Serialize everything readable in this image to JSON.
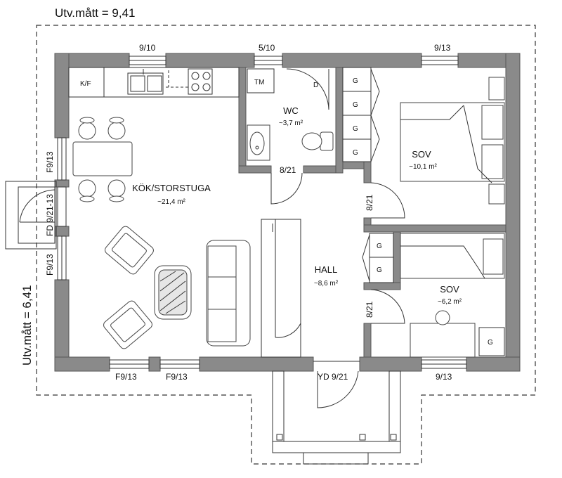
{
  "dimensions": {
    "width_label": "Utv.mått = 9,41",
    "depth_label": "Utv.mått = 6,41"
  },
  "rooms": {
    "kitchen": {
      "name": "KÖK/STORSTUGA",
      "area": "~21,4 m²"
    },
    "wc": {
      "name": "WC",
      "area": "~3,7 m²"
    },
    "sov1": {
      "name": "SOV",
      "area": "~10,1 m²"
    },
    "hall": {
      "name": "HALL",
      "area": "~8,6 m²"
    },
    "sov2": {
      "name": "SOV",
      "area": "~6,2 m²"
    }
  },
  "window_labels": {
    "top_left": "9/10",
    "top_mid": "5/10",
    "top_right": "9/13",
    "left_upper": "F9/13",
    "left_door": "FD 9/21-13",
    "left_lower": "F9/13",
    "bottom_left_1": "F9/13",
    "bottom_left_2": "F9/13",
    "bottom_right": "9/13"
  },
  "door_labels": {
    "wc": "8/21",
    "sov1": "8/21",
    "sov2": "8/21",
    "entry": "YD 9/21"
  },
  "fixtures": {
    "kf": "K/F",
    "tm": "TM",
    "d": "D",
    "wardrobe": "G"
  }
}
